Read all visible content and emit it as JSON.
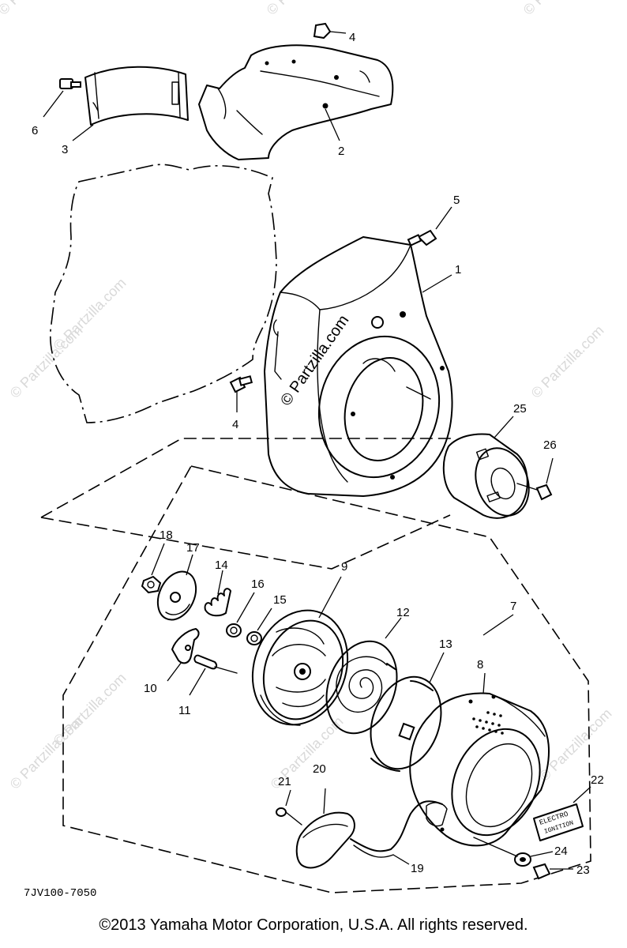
{
  "diagram": {
    "drawing_code": "7JV100-7050",
    "watermark_main": "© Partzilla.com",
    "watermark_faint": "© Partzilla.com",
    "callouts": [
      {
        "id": "c1",
        "label": "1"
      },
      {
        "id": "c2",
        "label": "2"
      },
      {
        "id": "c3",
        "label": "3"
      },
      {
        "id": "c4a",
        "label": "4"
      },
      {
        "id": "c4b",
        "label": "4"
      },
      {
        "id": "c5",
        "label": "5"
      },
      {
        "id": "c6",
        "label": "6"
      },
      {
        "id": "c7",
        "label": "7"
      },
      {
        "id": "c8",
        "label": "8"
      },
      {
        "id": "c9",
        "label": "9"
      },
      {
        "id": "c10",
        "label": "10"
      },
      {
        "id": "c11",
        "label": "11"
      },
      {
        "id": "c12",
        "label": "12"
      },
      {
        "id": "c13",
        "label": "13"
      },
      {
        "id": "c14",
        "label": "14"
      },
      {
        "id": "c15",
        "label": "15"
      },
      {
        "id": "c16",
        "label": "16"
      },
      {
        "id": "c17",
        "label": "17"
      },
      {
        "id": "c18",
        "label": "18"
      },
      {
        "id": "c19",
        "label": "19"
      },
      {
        "id": "c20",
        "label": "20"
      },
      {
        "id": "c21",
        "label": "21"
      },
      {
        "id": "c22",
        "label": "22"
      },
      {
        "id": "c23",
        "label": "23"
      },
      {
        "id": "c24",
        "label": "24"
      },
      {
        "id": "c25",
        "label": "25"
      },
      {
        "id": "c26",
        "label": "26"
      }
    ],
    "decal_text": [
      "ELECTRO",
      "IGNITION"
    ]
  },
  "copyright": "©2013 Yamaha Motor Corporation, U.S.A. All rights reserved."
}
